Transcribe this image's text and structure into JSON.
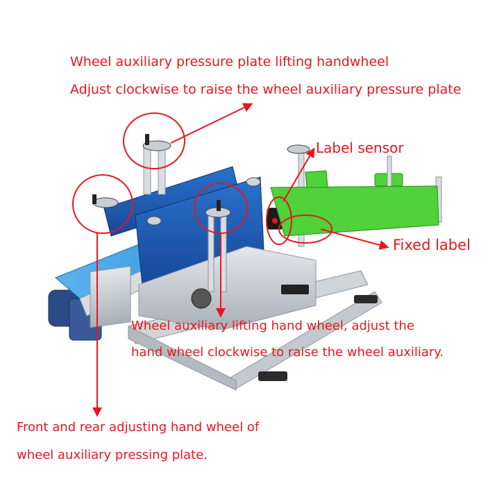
{
  "annotations": {
    "pressure_plate_title": "Wheel auxiliary pressure plate lifting handwheel",
    "pressure_plate_desc": "Adjust clockwise to raise the wheel auxiliary pressure plate",
    "label_sensor": "Label sensor",
    "fixed_label": "Fixed label",
    "lifting_wheel_line1": "Wheel auxiliary lifting hand wheel, adjust the",
    "lifting_wheel_line2": "hand wheel clockwise to raise the wheel auxiliary.",
    "front_rear_line1": "Front and rear adjusting hand wheel of",
    "front_rear_line2": "wheel auxiliary pressing plate."
  },
  "colors": {
    "annotation_red": "#e8161e",
    "conveyor_blue": "#1f5fb8",
    "belt_light_blue": "#3e9fe0",
    "label_green": "#4fd23a",
    "frame_silver": "#c7ccd2",
    "motor_blue": "#2c4a86"
  },
  "icons": [
    "handwheel-icon",
    "sensor-icon"
  ]
}
